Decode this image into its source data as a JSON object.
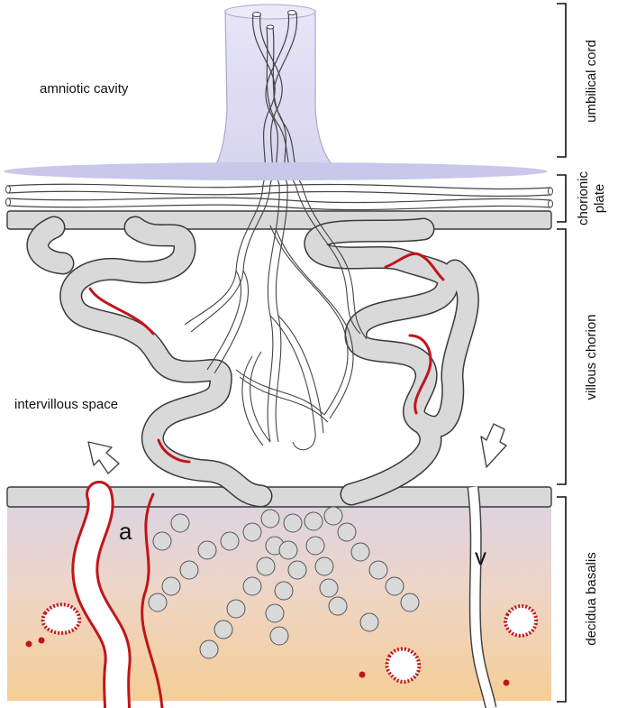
{
  "labels": {
    "amniotic_cavity": "amniotic cavity",
    "intervillous_space": "intervillous space",
    "artery": "a",
    "vein": "v"
  },
  "brackets": [
    {
      "id": "umbilical-cord",
      "label": "umbilical cord"
    },
    {
      "id": "chorionic-plate",
      "label_line1": "chorionic",
      "label_line2": "plate"
    },
    {
      "id": "villous-chorion",
      "label": "villous chorion"
    },
    {
      "id": "decidua-basalis",
      "label": "decidua basalis"
    }
  ],
  "colors": {
    "villus_fill": "#d9d9da",
    "outline": "#3a3a3a",
    "artery_red": "#c0151b",
    "cord_lavender": "#d9d7ef",
    "plate_lavender": "#c9c7ea",
    "decidua_top": "#ddd3e3",
    "decidua_bottom": "#f5ce97"
  }
}
